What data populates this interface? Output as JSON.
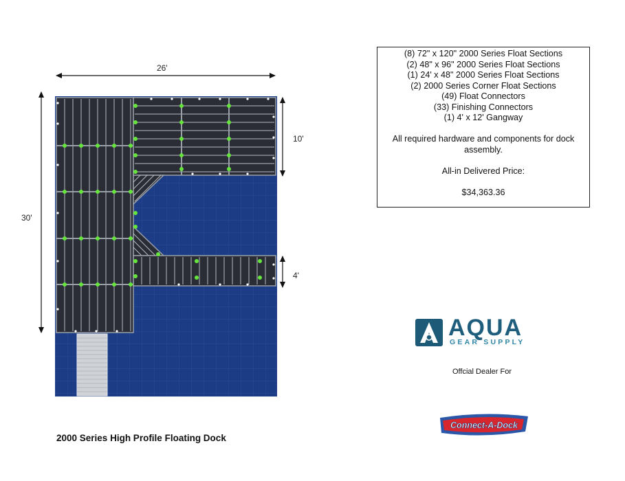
{
  "dimensions": {
    "width": "26'",
    "height": "30'",
    "upper": "10'",
    "lower": "4'"
  },
  "parts_list": [
    "(8) 72\" x 120\" 2000 Series Float Sections",
    "(2) 48\" x 96\" 2000 Series Float Sections",
    "(1) 24' x 48\" 2000 Series Float Sections",
    "(2) 2000 Series Corner Float Sections",
    "(49) Float Connectors",
    "(33) Finishing Connectors",
    "(1) 4' x 12' Gangway"
  ],
  "hardware_note": "All required hardware and components for dock assembly.",
  "price_label": "All-in Delivered Price:",
  "price": "$34,363.36",
  "brand": {
    "name": "AQUA",
    "tagline": "GEAR SUPPLY"
  },
  "dealer_text": "Offcial Dealer For",
  "partner_logo_text": "Connect-A-Dock",
  "title": "2000 Series High Profile Floating Dock",
  "colors": {
    "water": "#1d3c86",
    "dock": "#2a2d36",
    "connector": "#66e63c",
    "gangway": "#cfd2d6",
    "brand_dark": "#1f5d7c",
    "brand_light": "#2f86a8"
  },
  "icons": {
    "logo_mark": "aqua-a-icon"
  }
}
